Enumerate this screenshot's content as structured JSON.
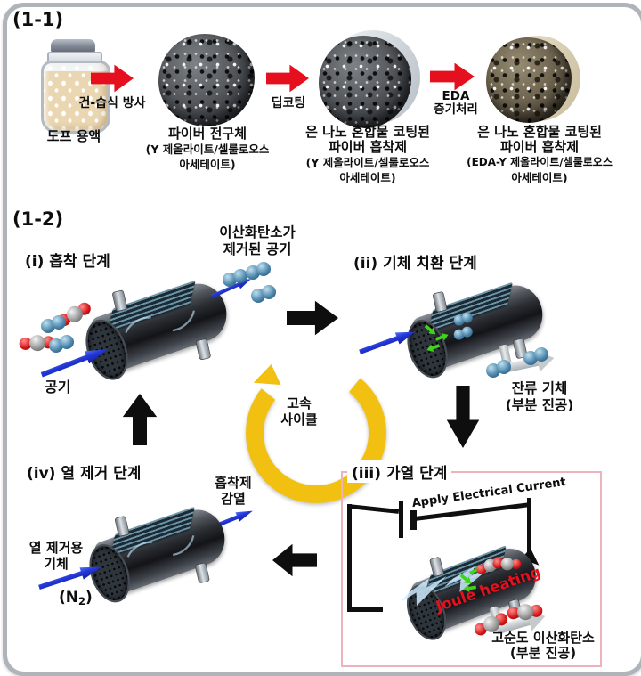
{
  "colors": {
    "process_arrow_red": "#e60f1e",
    "flow_arrow_blue": "#2438d8",
    "transfer_arrow_black": "#0e0e0e",
    "cycle_ring_yellow": "#f2c011",
    "joule_text_red": "#e8101c",
    "heating_box_border_pink": "#edb3ba"
  },
  "fabrication": {
    "label": "(1-1)",
    "dope_caption": "도프 용액",
    "step1_label": "건-습식 방사",
    "step2_label": "딥코팅",
    "step3_label_line1": "EDA",
    "step3_label_line2": "증기처리",
    "product1_line1": "파이버 전구체",
    "product1_line2": "(Y 제올라이트/셀룰로오스",
    "product1_line3": "아세테이트)",
    "product2_line1": "은 나노 혼합물 코팅된",
    "product2_line2": "파이버 흡착제",
    "product2_line3": "(Y 제올라이트/셀룰로오스",
    "product2_line4": "아세테이트)",
    "product3_line1": "은 나노 혼합물 코팅된",
    "product3_line2": "파이버 흡착제",
    "product3_line3": "(EDA-Y 제올라이트/셀룰로오스",
    "product3_line4": "아세테이트)"
  },
  "cycle": {
    "label": "(1-2)",
    "center_line1": "고속",
    "center_line2": "사이클",
    "step_i": {
      "title": "(i) 흡착 단계",
      "input_label": "공기",
      "output_line1": "이산화탄소가",
      "output_line2": "제거된 공기"
    },
    "step_ii": {
      "title": "(ii) 기체 치환 단계",
      "output_line1": "잔류 기체",
      "output_line2": "(부분 진공)"
    },
    "step_iii": {
      "title": "(iii) 가열 단계",
      "circuit_label": "Apply Electrical Current",
      "heating_label": "Joule heating",
      "output_line1": "고순도 이산화탄소",
      "output_line2": "(부분 진공)"
    },
    "step_iv": {
      "title": "(iv) 열 제거 단계",
      "input_line1": "열 제거용",
      "input_line2": "기체",
      "gas_pre": "(N",
      "gas_sub": "2",
      "gas_post": ")",
      "output_line1": "흡착제",
      "output_line2": "감열"
    }
  }
}
